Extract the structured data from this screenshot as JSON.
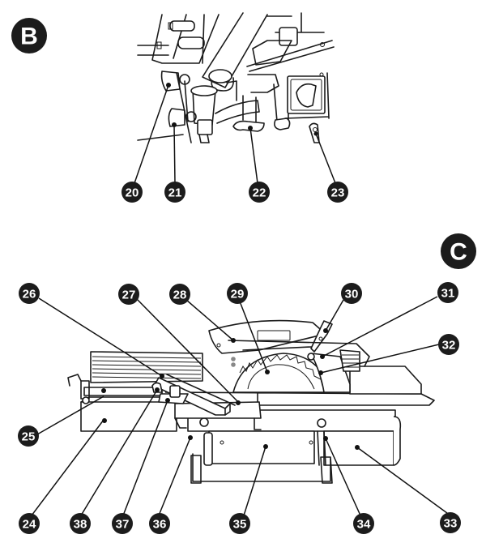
{
  "figure": {
    "panels": [
      {
        "id": "B",
        "label": "B",
        "subject": "under-table clamp levers and bevel lock detail",
        "callouts": [
          {
            "number": "20"
          },
          {
            "number": "21"
          },
          {
            "number": "22"
          },
          {
            "number": "23"
          }
        ]
      },
      {
        "id": "C",
        "label": "C",
        "subject": "table saw overview with sliding table and blade guard",
        "callouts": [
          {
            "number": "24"
          },
          {
            "number": "25"
          },
          {
            "number": "26"
          },
          {
            "number": "27"
          },
          {
            "number": "28"
          },
          {
            "number": "29"
          },
          {
            "number": "30"
          },
          {
            "number": "31"
          },
          {
            "number": "32"
          },
          {
            "number": "33"
          },
          {
            "number": "34"
          },
          {
            "number": "35"
          },
          {
            "number": "36"
          },
          {
            "number": "37"
          },
          {
            "number": "38"
          }
        ]
      }
    ],
    "colors": {
      "badge": "#1c1c1c",
      "badge_text": "#ffffff",
      "line_art": "#1a1a1a",
      "background": "#ffffff"
    }
  }
}
